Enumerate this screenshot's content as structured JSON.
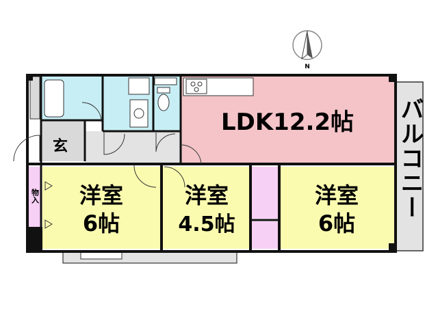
{
  "compass": {
    "label": "N"
  },
  "rooms": {
    "ldk": {
      "label": "LDK12.2帖"
    },
    "entrance": {
      "label": "玄"
    },
    "western_left": {
      "line1": "洋室",
      "line2": "6帖"
    },
    "western_mid": {
      "line1": "洋室",
      "line2": "4.5帖"
    },
    "western_right": {
      "line1": "洋室",
      "line2": "6帖"
    },
    "storage": {
      "label": "物入"
    },
    "balcony": {
      "label": "バルコニー"
    }
  },
  "colors": {
    "ldk": "#f4c4c8",
    "western": "#fbfbb0",
    "wet": "#c8eef5",
    "closet": "#f7d0f5",
    "floor_grey": "#e3e3e3",
    "wall": "#111111"
  }
}
